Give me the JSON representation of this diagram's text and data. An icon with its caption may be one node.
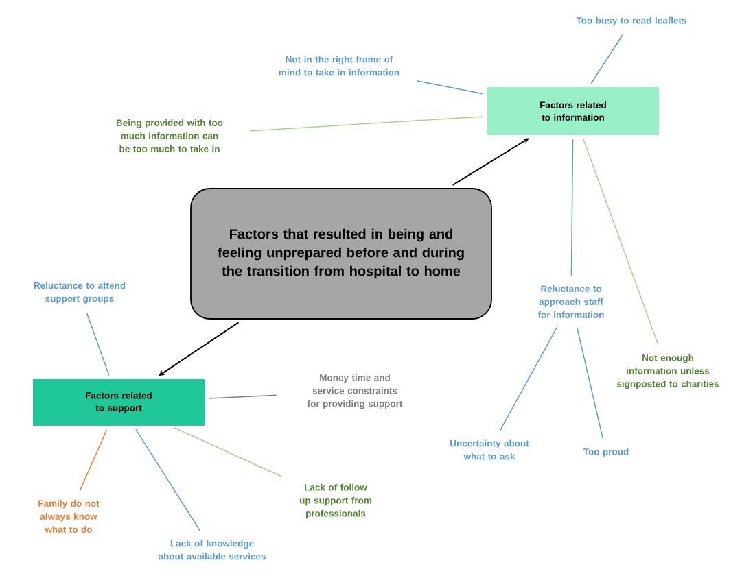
{
  "diagram": {
    "nodes": [
      {
        "text": [
          "Factors that resulted in being and feeling unprepared before and during the transition from hospital to home"
        ]
      },
      {
        "text": [
          "Factors related to information"
        ]
      },
      {
        "text": [
          "Factors related to support"
        ]
      },
      {
        "text": [
          "Too busy to read leaflets"
        ]
      },
      {
        "text": [
          "Not in the right frame of mind to take in information"
        ]
      },
      {
        "text": [
          "Being provided with too much information can be too much to take in"
        ]
      },
      {
        "text": [
          "Reluctance to approach staff for information"
        ]
      },
      {
        "text": [
          "Not enough information unless signposted to charities"
        ]
      },
      {
        "text": [
          "Uncertainty about what to ask"
        ]
      },
      {
        "text": [
          "Too proud"
        ]
      },
      {
        "text": [
          "Reluctance to attend support groups"
        ]
      },
      {
        "text": [
          "Money time and service constraints for providing support"
        ]
      },
      {
        "text": [
          "Lack of follow up support from professionals"
        ]
      },
      {
        "text": [
          "Lack of knowledge about available services"
        ]
      },
      {
        "text": [
          "Family do not always know what to do"
        ]
      }
    ],
    "edges": [
      {
        "from": 0,
        "to": 1,
        "arrow": "to",
        "color": "#000000"
      },
      {
        "from": 0,
        "to": 2,
        "arrow": "to",
        "color": "#000000"
      },
      {
        "from": 1,
        "to": 3,
        "arrow": "none"
      },
      {
        "from": 1,
        "to": 4,
        "arrow": "none"
      },
      {
        "from": 1,
        "to": 5,
        "arrow": "none",
        "color": "#a9d18e"
      },
      {
        "from": 1,
        "to": 6,
        "arrow": "none"
      },
      {
        "from": 1,
        "to": 7,
        "arrow": "none",
        "color": "#a9d18e"
      },
      {
        "from": 6,
        "to": 8,
        "arrow": "none"
      },
      {
        "from": 6,
        "to": 9,
        "arrow": "none"
      },
      {
        "from": 2,
        "to": 10,
        "arrow": "none"
      },
      {
        "from": 2,
        "to": 11,
        "arrow": "none",
        "color": "#7f7f7f"
      },
      {
        "from": 2,
        "to": 12,
        "arrow": "none",
        "color": "#a9d18e"
      },
      {
        "from": 2,
        "to": 13,
        "arrow": "none"
      },
      {
        "from": 2,
        "to": 14,
        "arrow": "none",
        "color": "#ed7d31"
      }
    ]
  }
}
